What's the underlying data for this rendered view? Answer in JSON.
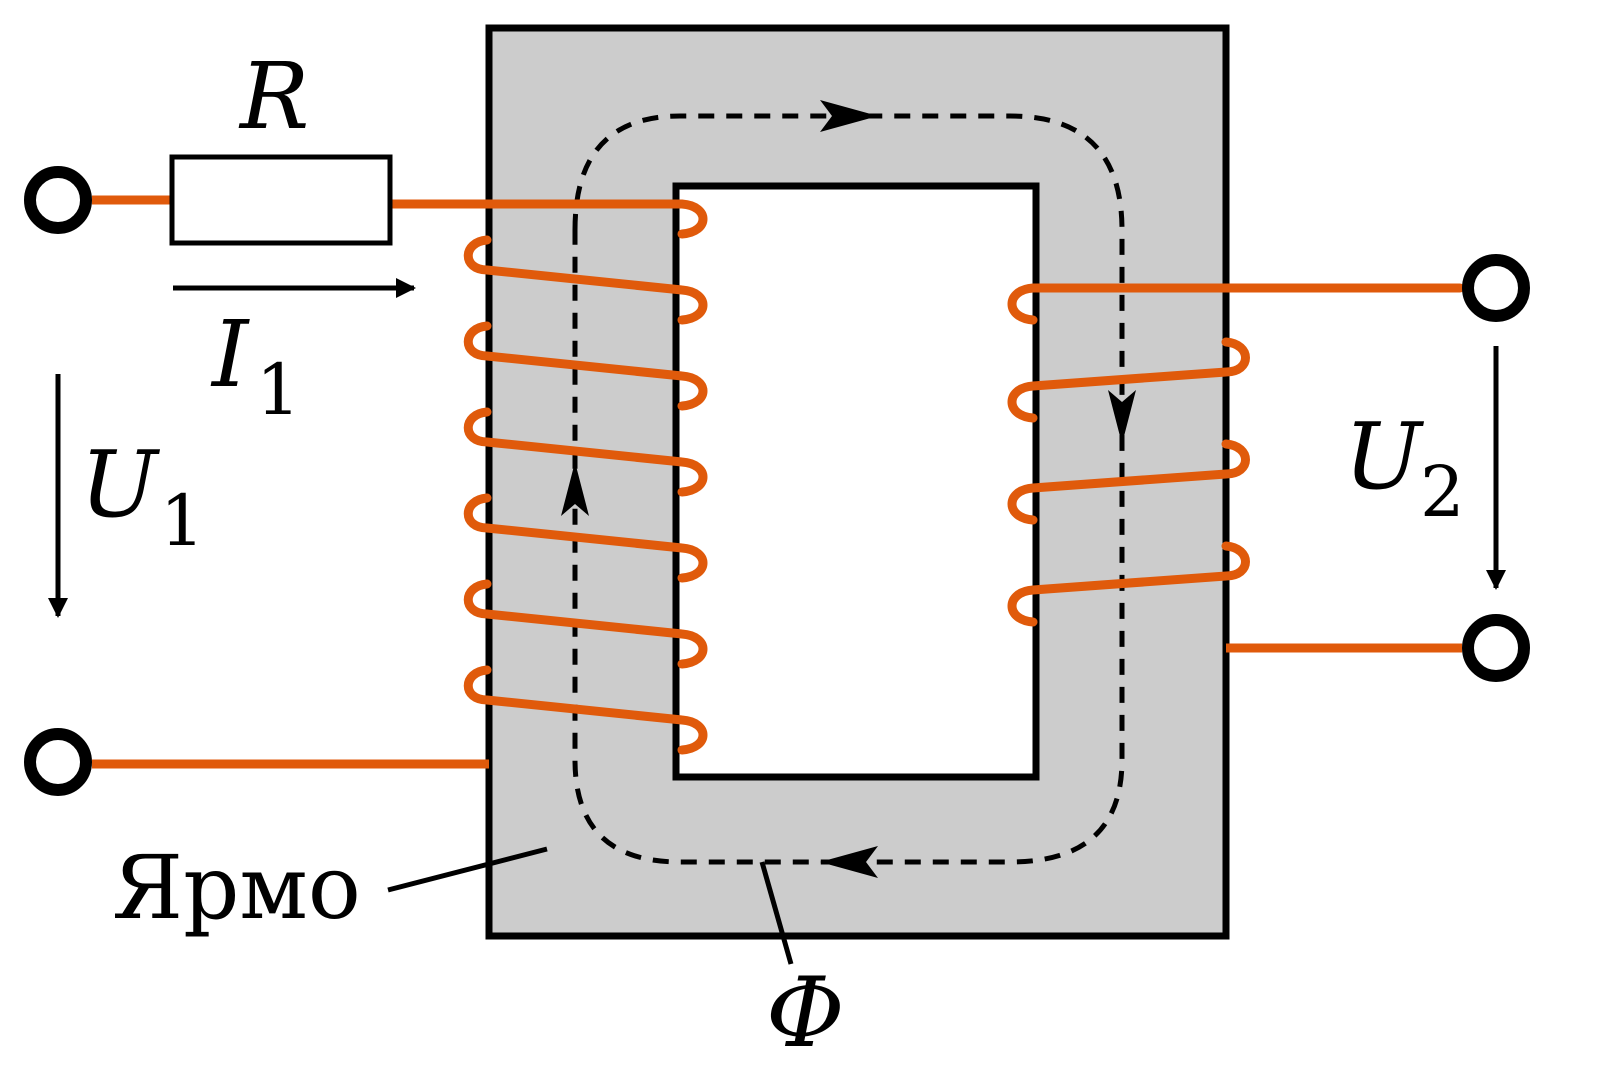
{
  "labels": {
    "resistor": "R",
    "current_main": "I",
    "current_sub": "1",
    "voltage1_main": "U",
    "voltage1_sub": "1",
    "voltage2_main": "U",
    "voltage2_sub": "2",
    "yoke": "Ярмо",
    "flux": "Φ"
  },
  "colors": {
    "wire": "#e05a0b",
    "core": "#cccccc",
    "outline": "#000000",
    "background": "#ffffff"
  },
  "windings": {
    "primary_turns": 6,
    "secondary_turns": 3
  }
}
